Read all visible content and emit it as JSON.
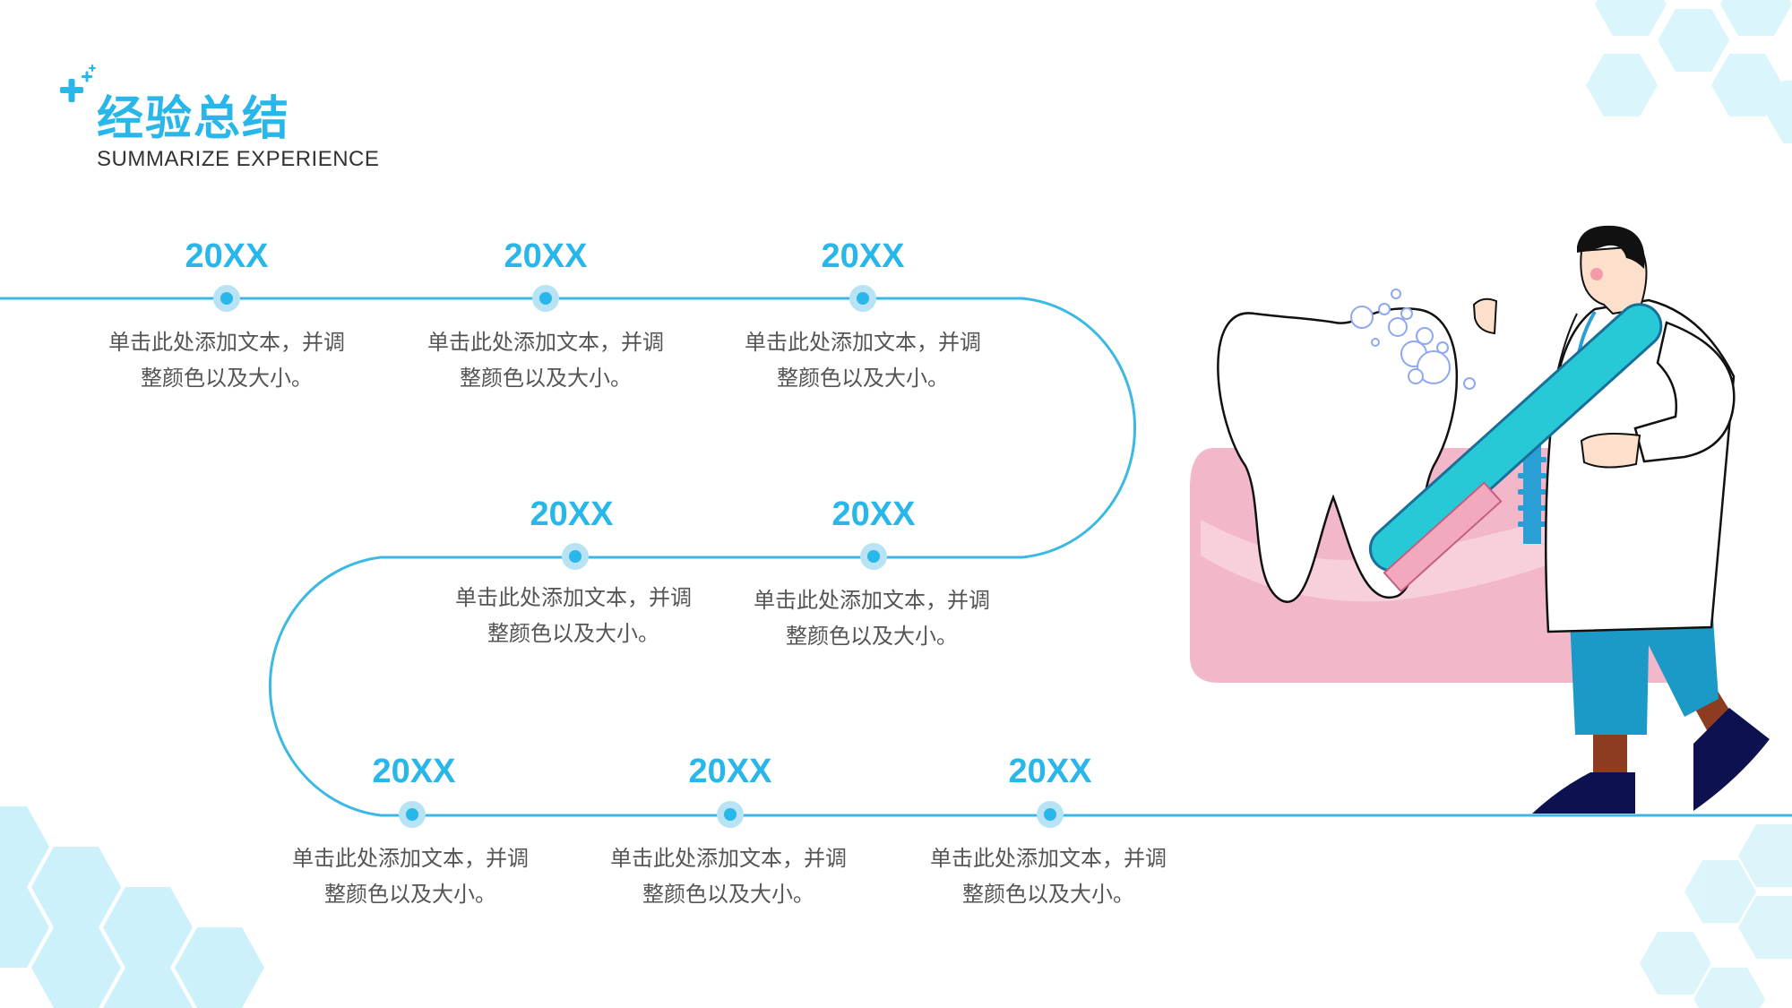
{
  "header": {
    "title": "经验总结",
    "subtitle": "SUMMARIZE EXPERIENCE"
  },
  "timeline": [
    {
      "year": "20XX",
      "line1": "单击此处添加文本，并调",
      "line2": "整颜色以及大小。"
    },
    {
      "year": "20XX",
      "line1": "单击此处添加文本，并调",
      "line2": "整颜色以及大小。"
    },
    {
      "year": "20XX",
      "line1": "单击此处添加文本，并调",
      "line2": "整颜色以及大小。"
    },
    {
      "year": "20XX",
      "line1": "单击此处添加文本，并调",
      "line2": "整颜色以及大小。"
    },
    {
      "year": "20XX",
      "line1": "单击此处添加文本，并调",
      "line2": "整颜色以及大小。"
    },
    {
      "year": "20XX",
      "line1": "单击此处添加文本，并调",
      "line2": "整颜色以及大小。"
    },
    {
      "year": "20XX",
      "line1": "单击此处添加文本，并调",
      "line2": "整颜色以及大小。"
    },
    {
      "year": "20XX",
      "line1": "单击此处添加文本，并调",
      "line2": "整颜色以及大小。"
    }
  ],
  "colors": {
    "accent": "#29b6e8",
    "tooth_gum": "#f2b8c9",
    "brush": "#27c9d6"
  },
  "icons": {
    "plus_marks": "plus-sparkle-icon",
    "illustration": "dentist-brushing-tooth"
  }
}
